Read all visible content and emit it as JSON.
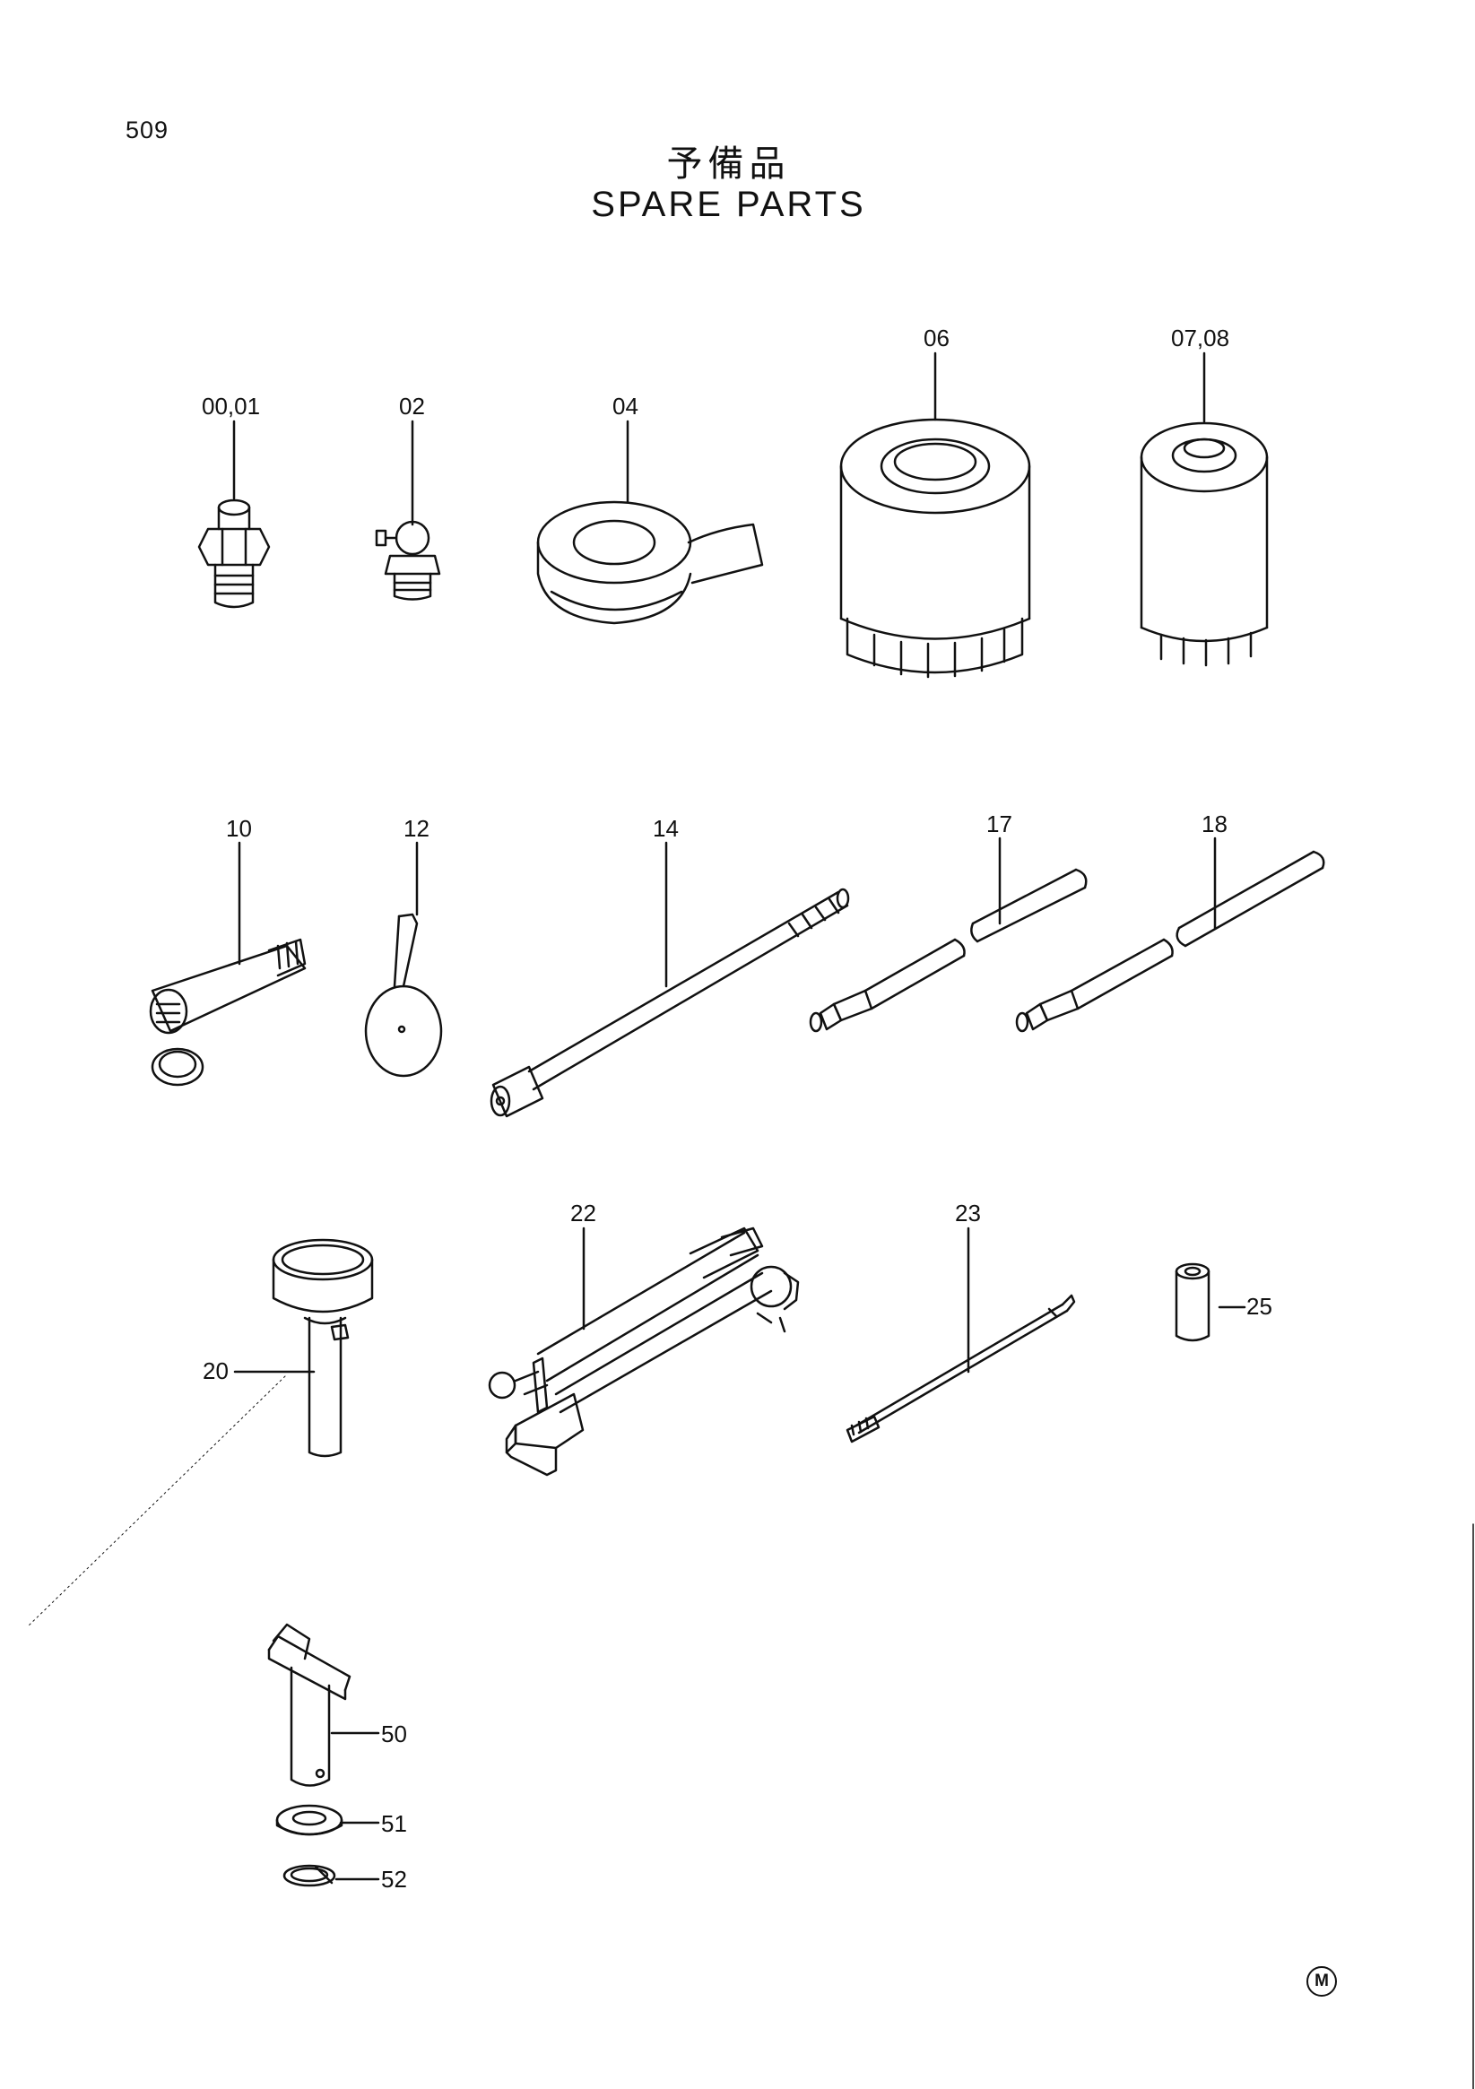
{
  "page": {
    "number": "509",
    "title_jp": "予備品",
    "title_en": "SPARE PARTS",
    "mark": "M"
  },
  "parts": [
    {
      "id": "p0001",
      "label": "00,01"
    },
    {
      "id": "p02",
      "label": "02"
    },
    {
      "id": "p04",
      "label": "04"
    },
    {
      "id": "p06",
      "label": "06"
    },
    {
      "id": "p0708",
      "label": "07,08"
    },
    {
      "id": "p10",
      "label": "10"
    },
    {
      "id": "p12",
      "label": "12"
    },
    {
      "id": "p14",
      "label": "14"
    },
    {
      "id": "p17",
      "label": "17"
    },
    {
      "id": "p18",
      "label": "18"
    },
    {
      "id": "p20",
      "label": "20"
    },
    {
      "id": "p22",
      "label": "22"
    },
    {
      "id": "p23",
      "label": "23"
    },
    {
      "id": "p25",
      "label": "25"
    },
    {
      "id": "p50",
      "label": "50"
    },
    {
      "id": "p51",
      "label": "51"
    },
    {
      "id": "p52",
      "label": "52"
    }
  ]
}
